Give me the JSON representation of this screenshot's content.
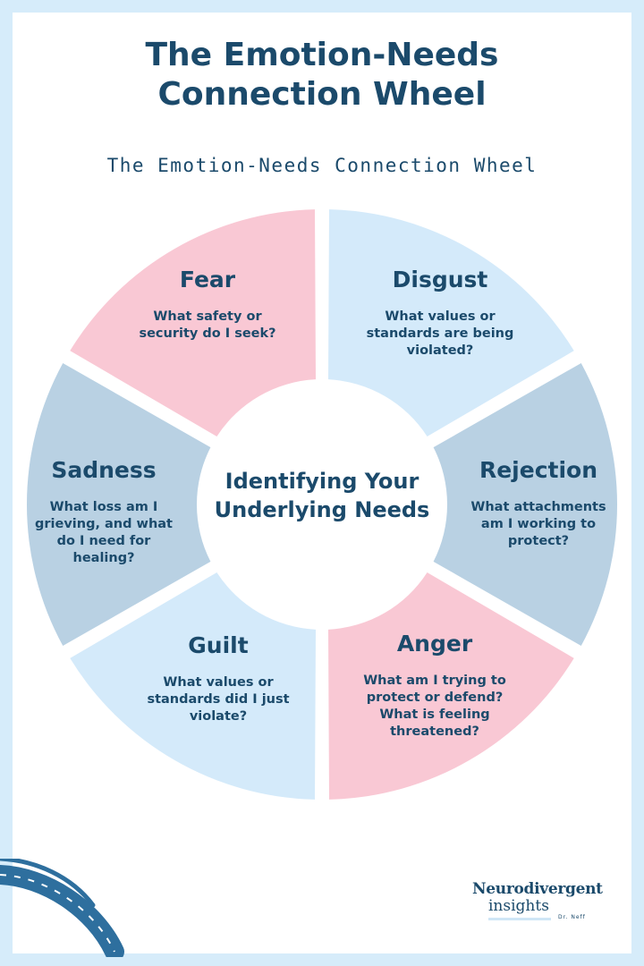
{
  "title": {
    "line1": "The Emotion-Needs",
    "line2": "Connection Wheel"
  },
  "subtitle": "The Emotion-Needs Connection Wheel",
  "center": {
    "line1": "Identifying Your",
    "line2": "Underlying Needs"
  },
  "segments": [
    {
      "key": "fear",
      "emotion": "Fear",
      "question": [
        "What safety or",
        "security do I seek?"
      ],
      "color": "#f9c8d4"
    },
    {
      "key": "disgust",
      "emotion": "Disgust",
      "question": [
        "What values or",
        "standards are being",
        "violated?"
      ],
      "color": "#d4eafa"
    },
    {
      "key": "rejection",
      "emotion": "Rejection",
      "question": [
        "What attachments",
        "am I working to",
        "protect?"
      ],
      "color": "#b9d1e3"
    },
    {
      "key": "anger",
      "emotion": "Anger",
      "question": [
        "What am I trying to",
        "protect or defend?",
        "What is feeling",
        "threatened?"
      ],
      "color": "#f9c8d4"
    },
    {
      "key": "guilt",
      "emotion": "Guilt",
      "question": [
        "What values or",
        "standards did I just",
        "violate?"
      ],
      "color": "#d4eafa"
    },
    {
      "key": "sadness",
      "emotion": "Sadness",
      "question": [
        "What loss am I",
        "grieving, and what",
        "do I need for",
        "healing?"
      ],
      "color": "#b9d1e3"
    }
  ],
  "logo": {
    "line1": "Neurodivergent",
    "line2": "insights",
    "line3": "Dr. Neff"
  },
  "colors": {
    "background": "#d6ecfa",
    "text": "#1b4a6b",
    "pink": "#f9c8d4",
    "light_blue": "#d4eafa",
    "blue_grey": "#b9d1e3",
    "swoosh": "#2e6f9e"
  }
}
